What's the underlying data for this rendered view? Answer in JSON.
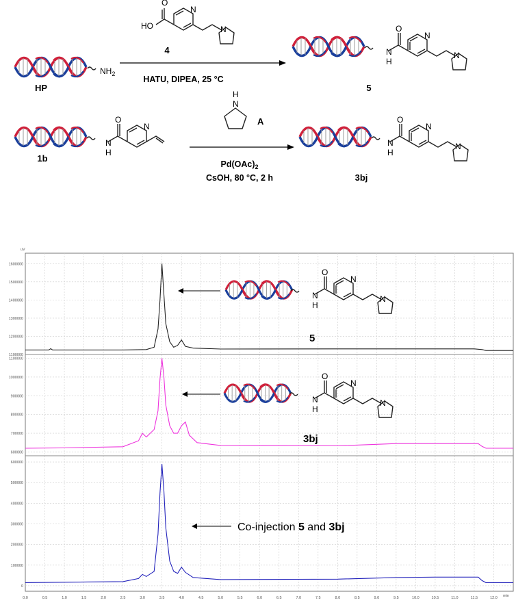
{
  "scheme": {
    "compound_labels": {
      "hp": "HP",
      "reagent4": "4",
      "product5": "5",
      "start1b": "1b",
      "reagentA": "A",
      "product3bj": "3bj"
    },
    "conditions_top": "HATU, DIPEA, 25 °C",
    "conditions_bottom_1_main": "Pd(OAc)",
    "conditions_bottom_1_sub": "2",
    "conditions_bottom_2": "CsOH, 80 °C, 2 h",
    "atoms": {
      "nh2_main": "NH",
      "nh2_sub": "2",
      "ho": "HO",
      "o": "O",
      "n": "N",
      "h": "H",
      "nh": "N"
    }
  },
  "chromatogram": {
    "yunit": "uV",
    "xunit": "min",
    "trace_labels": {
      "t1": "5",
      "t2": "3bj",
      "t3_prefix": "Co-injection ",
      "t3_b1": "5",
      "t3_mid": " and ",
      "t3_b2": "3bj"
    },
    "x_ticks": [
      "0.0",
      "0.5",
      "1.0",
      "1.5",
      "2.0",
      "2.5",
      "3.0",
      "3.5",
      "4.0",
      "4.5",
      "5.0",
      "5.5",
      "6.0",
      "6.5",
      "7.0",
      "7.5",
      "8.0",
      "8.5",
      "9.0",
      "9.5",
      "10.0",
      "10.5",
      "11.0",
      "11.5",
      "12.0"
    ],
    "panel1_y_ticks": [
      "1600000",
      "1500000",
      "1400000",
      "1300000",
      "1200000",
      "1100000"
    ],
    "panel2_y_ticks": [
      "1100000",
      "1000000",
      "900000",
      "800000",
      "700000",
      "600000"
    ],
    "panel3_y_ticks": [
      "600000",
      "500000",
      "400000",
      "300000",
      "200000",
      "100000",
      "0"
    ],
    "colors": {
      "trace1": "#222222",
      "trace2": "#ee33dd",
      "trace3": "#2222bb",
      "dna_red": "#d0203a",
      "dna_blue": "#1a3f9c"
    }
  },
  "chart_data": {
    "type": "line",
    "title": "",
    "xlabel": "min",
    "ylabel": "uV",
    "xlim": [
      0,
      12.5
    ],
    "x_tick_step": 0.5,
    "grid": true,
    "series": [
      {
        "name": "5",
        "ylim": [
          1100000,
          1650000
        ],
        "x": [
          0.0,
          0.6,
          0.65,
          0.7,
          1.0,
          2.5,
          3.1,
          3.3,
          3.4,
          3.45,
          3.5,
          3.55,
          3.6,
          3.7,
          3.8,
          3.9,
          4.0,
          4.1,
          4.3,
          5.0,
          8.0,
          10.0,
          11.5,
          11.7,
          11.8,
          12.5
        ],
        "y": [
          1125000,
          1125000,
          1132000,
          1125000,
          1125000,
          1125000,
          1127000,
          1140000,
          1240000,
          1400000,
          1600000,
          1430000,
          1270000,
          1170000,
          1140000,
          1150000,
          1180000,
          1145000,
          1135000,
          1130000,
          1131000,
          1131000,
          1131000,
          1127000,
          1122000,
          1122000
        ]
      },
      {
        "name": "3bj",
        "ylim": [
          580000,
          1120000
        ],
        "x": [
          0.0,
          1.0,
          2.5,
          2.9,
          3.0,
          3.1,
          3.2,
          3.3,
          3.4,
          3.45,
          3.5,
          3.55,
          3.6,
          3.7,
          3.8,
          3.9,
          4.0,
          4.1,
          4.2,
          4.4,
          5.0,
          8.0,
          9.5,
          10.5,
          11.6,
          11.7,
          11.8,
          12.5
        ],
        "y": [
          620000,
          622000,
          628000,
          660000,
          700000,
          680000,
          700000,
          720000,
          820000,
          990000,
          1100000,
          1000000,
          850000,
          740000,
          700000,
          700000,
          740000,
          760000,
          690000,
          650000,
          635000,
          633000,
          645000,
          645000,
          645000,
          630000,
          620000,
          620000
        ]
      },
      {
        "name": "Co-injection 5 and 3bj",
        "ylim": [
          -20000,
          630000
        ],
        "x": [
          0.0,
          1.0,
          2.5,
          2.9,
          3.0,
          3.1,
          3.3,
          3.4,
          3.45,
          3.5,
          3.55,
          3.6,
          3.7,
          3.8,
          3.9,
          4.0,
          4.1,
          4.3,
          5.0,
          8.0,
          9.5,
          10.5,
          11.6,
          11.7,
          11.8,
          12.5
        ],
        "y": [
          15000,
          17000,
          20000,
          35000,
          55000,
          45000,
          70000,
          250000,
          450000,
          590000,
          460000,
          280000,
          120000,
          70000,
          60000,
          90000,
          65000,
          40000,
          30000,
          32000,
          40000,
          42000,
          42000,
          25000,
          15000,
          15000
        ]
      }
    ]
  }
}
